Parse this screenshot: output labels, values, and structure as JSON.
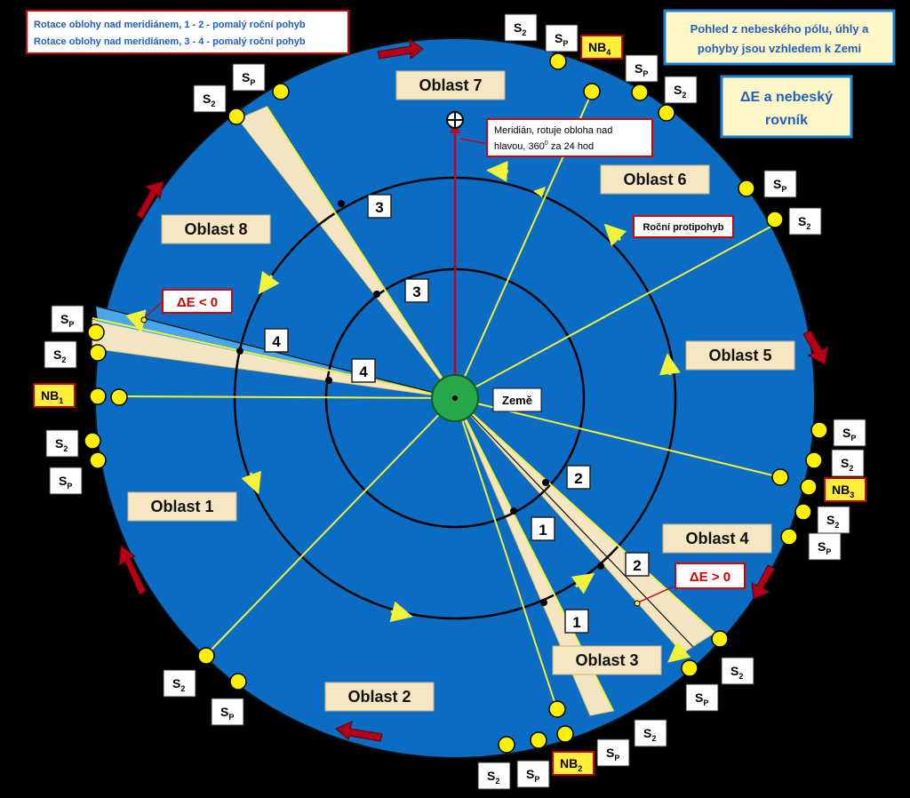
{
  "notes": {
    "rotation_line1": "Rotace oblohy nad meridiánem, 1 - 2 - pomalý roční pohyb",
    "rotation_line2": "Rotace oblohy nad meridiánem, 3 - 4 - pomalý roční pohyb",
    "pole_view_line1": "Pohled z nebeského pólu, úhly a",
    "pole_view_line2": "pohyby jsou vzhledem k Zemi",
    "equator_line1": "ΔE a nebeský",
    "equator_line2": "rovník",
    "meridian_line1": "Meridián, rotuje obloha nad",
    "meridian_line2": "hlavou, 360",
    "meridian_sup": "0",
    "meridian_line2b": " za 24 hod",
    "annual_counter": "Roční protipohyb",
    "earth": "Země",
    "delta_neg": "ΔE < 0",
    "delta_pos": "ΔE > 0"
  },
  "regions": [
    "Oblast 1",
    "Oblast 2",
    "Oblast 3",
    "Oblast 4",
    "Oblast 5",
    "Oblast 6",
    "Oblast 7",
    "Oblast 8"
  ],
  "numbers": [
    "1",
    "1",
    "2",
    "2",
    "3",
    "3",
    "4",
    "4"
  ],
  "planets": {
    "S": "S",
    "sub2": "2",
    "subP": "P",
    "NB": "NB",
    "nb_subs": [
      "1",
      "2",
      "3",
      "4"
    ]
  },
  "colors": {
    "sky": "#0b6cc4",
    "sector": "#f5e6c3",
    "earth": "#26a84a",
    "line": "#f2f23a",
    "meridian": "#c8001e",
    "arrow": "#b30016"
  }
}
